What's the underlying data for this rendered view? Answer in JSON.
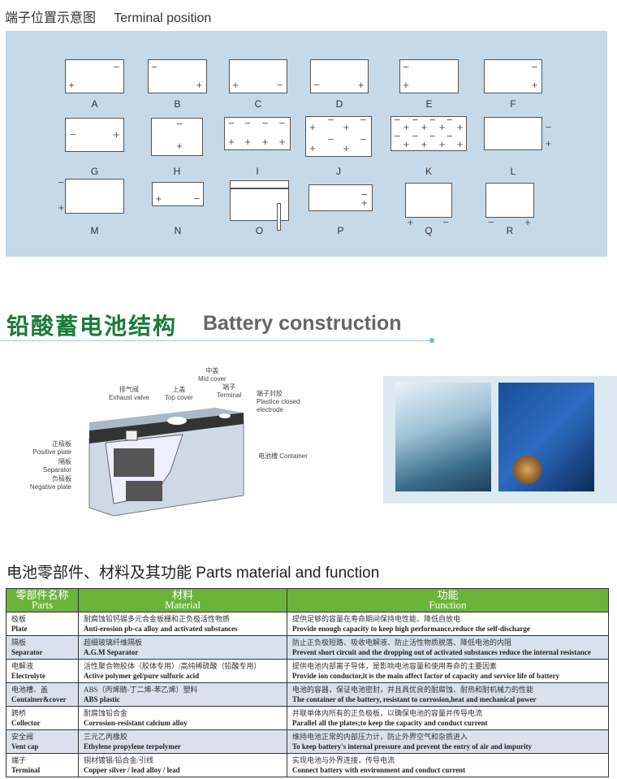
{
  "terminal_section": {
    "title": "端子位置示意图     Terminal position",
    "labels": [
      "A",
      "B",
      "C",
      "D",
      "E",
      "F",
      "G",
      "H",
      "I",
      "J",
      "K",
      "L",
      "M",
      "N",
      "O",
      "P",
      "Q",
      "R"
    ]
  },
  "construction": {
    "title_cn": "铅酸蓄电池结构",
    "title_en": "Battery construction",
    "callouts": {
      "mid_cover_cn": "中盖",
      "mid_cover_en": "Mid cover",
      "exhaust_cn": "排气阀",
      "exhaust_en": "Exhaust valve",
      "top_cn": "上盖",
      "top_en": "Top cover",
      "terminal_cn": "端子",
      "terminal_en": "Terminal",
      "sealed_cn": "端子封胶",
      "sealed_en1": "Plastice closed",
      "sealed_en2": "electrode",
      "positive_cn": "正极板",
      "positive_en": "Positive plate",
      "separator_cn": "隔板",
      "separator_en": "Separator",
      "negative_cn": "负极板",
      "negative_en": "Negative plate",
      "container": "电池槽  Container"
    }
  },
  "parts": {
    "title": "电池零部件、材料及其功能 Parts material and function",
    "headers": [
      {
        "cn": "零部件名称",
        "en": "Parts"
      },
      {
        "cn": "材料",
        "en": "Material"
      },
      {
        "cn": "功能",
        "en": "Function"
      }
    ],
    "rows": [
      {
        "part_cn": "极板",
        "part_en": "Plate",
        "mat_cn": "耐腐蚀铅钙锡多元合金板栅和正负极活性物质",
        "mat_en": "Anti-erosion pb-ca alloy and activated substances",
        "fn_cn": "提供足够的容量在寿命期间保持电性能、降低自放电",
        "fn_en": "Provide enough capacity to keep high performance,reduce the self-discharge"
      },
      {
        "part_cn": "隔板",
        "part_en": "Separator",
        "mat_cn": "超细玻璃纤维隔板",
        "mat_en": "A.G.M Separator",
        "fn_cn": "防止正负极短路、吸收电解液、防止活性物质脱落、降低电池的内阻",
        "fn_en": "Prevent short circuit and the dropping out of activated substances reduce the internal resistance"
      },
      {
        "part_cn": "电解液",
        "part_en": "Electrolyte",
        "mat_cn": "活性聚合物胶体（胶体专用）/高纯稀硫酸（铅酸专用）",
        "mat_en": "Active polymer gel/pure sulfuric acid",
        "fn_cn": "提供电池内部离子导体，是影响电池容量和使用寿命的主要因素",
        "fn_en": "Provide ion conductor,it is the main affect factor of capacity and service life of battery"
      },
      {
        "part_cn": "电池槽、盖",
        "part_en": "Container&cover",
        "mat_cn": "ABS（丙烯腈-丁二烯-苯乙烯）塑料",
        "mat_en": "ABS plastic",
        "fn_cn": "电池的容器，保证电池密封，并且具优良的耐腐蚀、耐热和耐机械力的性能",
        "fn_en": "The container of the battery, resistant to corrosion,heat and mechanical power"
      },
      {
        "part_cn": "跨桥",
        "part_en": "Collector",
        "mat_cn": "耐腐蚀铅合金",
        "mat_en": "Corrosion-resistant calcium alloy",
        "fn_cn": "并联单体内所有的正负极板，以确保电池的容量并传导电流",
        "fn_en": "Parallel all the plates;to keep the capacity and conduct current"
      },
      {
        "part_cn": "安全阀",
        "part_en": "Vent cap",
        "mat_cn": "三元乙丙橡胶",
        "mat_en": "Ethylene propylene terpolymer",
        "fn_cn": "维持电池正常的内部压力计，防止外界空气和杂质进入",
        "fn_en": "To keep battery's  internal pressure and prevent the entry of air and impurity"
      },
      {
        "part_cn": "端子",
        "part_en": "Terminal",
        "mat_cn": "铜材镀银/铅合金/引线",
        "mat_en": "Copper silver / lead alloy / lead",
        "fn_cn": "实现电池与外界连接，传导电流",
        "fn_en": "Connect battery with environment and conduct current"
      }
    ]
  },
  "colors": {
    "accent_green": "#6ab43a",
    "title_green": "#1a7a3a",
    "panel_blue": "#c6d9e8"
  }
}
